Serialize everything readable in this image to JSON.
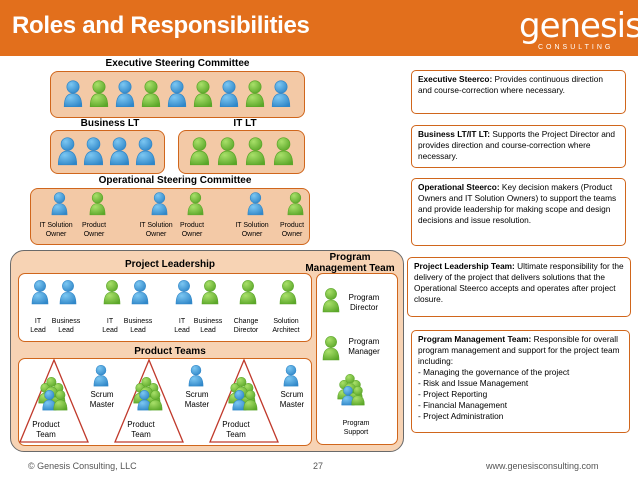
{
  "header": {
    "title": "Roles and Responsibilities",
    "logo_main": "genesis",
    "logo_sub": "CONSULTING"
  },
  "diagram": {
    "exec_label": "Executive Steering Committee",
    "business_lt_label": "Business LT",
    "it_lt_label": "IT LT",
    "ops_label": "Operational Steering Committee",
    "ops_roles": [
      {
        "line1": "IT Solution",
        "line2": "Owner"
      },
      {
        "line1": "Product",
        "line2": "Owner"
      },
      {
        "line1": "IT Solution",
        "line2": "Owner"
      },
      {
        "line1": "Product",
        "line2": "Owner"
      },
      {
        "line1": "IT Solution",
        "line2": "Owner"
      },
      {
        "line1": "Product",
        "line2": "Owner"
      }
    ],
    "project_leadership_label": "Project Leadership",
    "pmt_label_line1": "Program",
    "pmt_label_line2": "Management Team",
    "leadership_roles": [
      {
        "line1": "IT",
        "line2": "Lead"
      },
      {
        "line1": "Business",
        "line2": "Lead"
      },
      {
        "line1": "IT",
        "line2": "Lead"
      },
      {
        "line1": "Business",
        "line2": "Lead"
      },
      {
        "line1": "IT",
        "line2": "Lead"
      },
      {
        "line1": "Business",
        "line2": "Lead"
      },
      {
        "line1": "Change",
        "line2": "Director"
      },
      {
        "line1": "Solution",
        "line2": "Architect"
      }
    ],
    "program_director": {
      "line1": "Program",
      "line2": "Director"
    },
    "program_manager": {
      "line1": "Program",
      "line2": "Manager"
    },
    "program_support": {
      "line1": "Program",
      "line2": "Support"
    },
    "product_teams_label": "Product Teams",
    "scrum_master": {
      "line1": "Scrum",
      "line2": "Master"
    },
    "product_team": {
      "line1": "Product",
      "line2": "Team"
    }
  },
  "info": {
    "exec": {
      "term": "Executive Steerco:",
      "text": " Provides continuous direction and course-correction where necessary."
    },
    "biz": {
      "term": "Business LT/IT LT:",
      "text": " Supports the Project Director and provides direction and course-correction where necessary."
    },
    "ops": {
      "term": "Operational Steerco:",
      "text": " Key decision makers (Product Owners and IT Solution Owners) to support the teams and provide leadership for making scope and design decisions and issue resolution."
    },
    "plt": {
      "term": "Project Leadership Team:",
      "text": " Ultimate responsibility for the delivery of the project that delivers solutions that the Operational Steerco accepts and operates after project closure."
    },
    "pmt": {
      "term": "Program Management Team:",
      "text": "  Responsible for overall program management and support for the project team including:",
      "items": [
        "Managing the governance of the project",
        "Risk and Issue Management",
        "Project Reporting",
        "Financial Management",
        "Project Administration"
      ]
    }
  },
  "footer": {
    "copyright": "© Genesis Consulting, LLC",
    "page": "27",
    "url": "www.genesisconsulting.com"
  },
  "colors": {
    "accent": "#e26f1c",
    "panel": "#f7d3b4",
    "person_blue": "#3a9ad9",
    "person_green": "#7cc23a"
  }
}
